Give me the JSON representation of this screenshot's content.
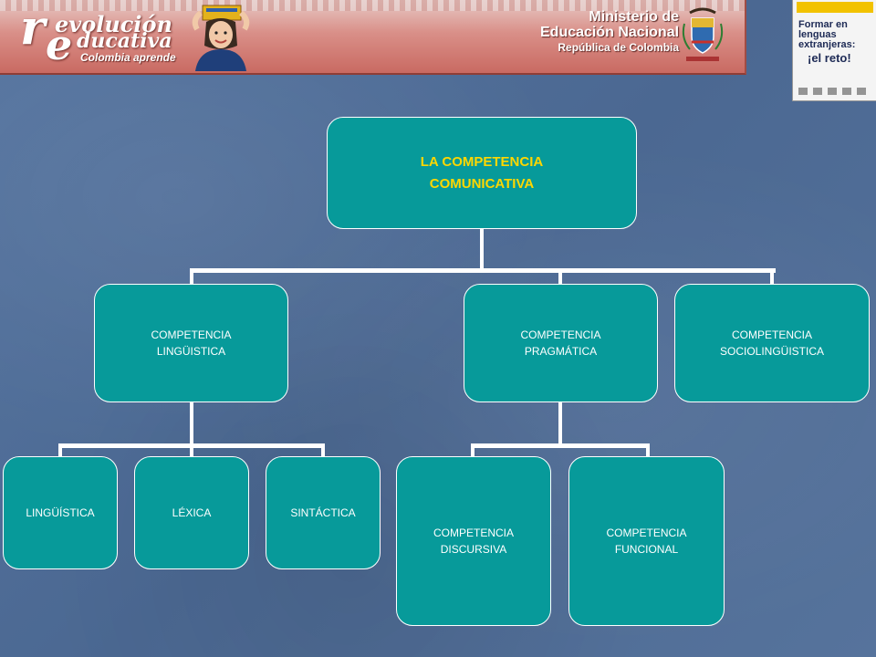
{
  "banner": {
    "rev_r": "r",
    "rev_e": "e",
    "rev_line1": "evolución",
    "rev_line2": "ducativa",
    "rev_tagline": "Colombia aprende",
    "ministry_line1": "Ministerio de",
    "ministry_line2": "Educación  Nacional",
    "ministry_line3": "República de Colombia"
  },
  "booklet": {
    "title": "Formar en lenguas extranjeras:",
    "reto": "¡el reto!"
  },
  "diagram": {
    "root": "LA COMPETENCIA\n  COMUNICATIVA",
    "linguistica": "COMPETENCIA\nLINGÜISTICA",
    "pragmatica": "COMPETENCIA\n  PRAGMÁTICA",
    "sociolinguistica": "COMPETENCIA\nSOCIOLINGÜISTICA",
    "linguistica_leaf": "LINGÜÍSTICA",
    "lexica": "LÉXICA",
    "sintactica": "SINTÁCTICA",
    "discursiva": "COMPETENCIA\n  DISCURSIVA",
    "funcional": "COMPETENCIA\n  FUNCIONAL"
  },
  "colors": {
    "node_fill": "#079a9a",
    "root_text": "#ffd700",
    "background": "#4f6c96"
  }
}
